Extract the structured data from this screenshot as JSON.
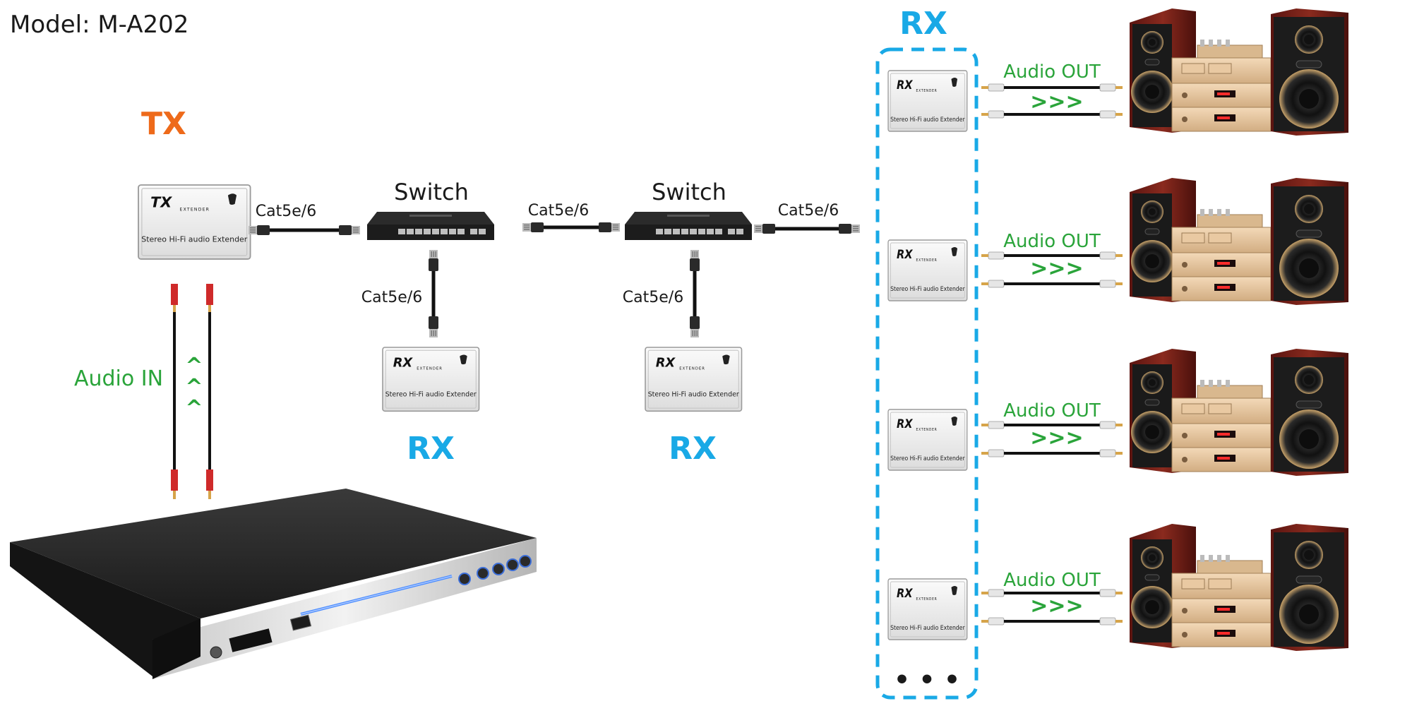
{
  "model": "Model: M-A202",
  "tx": {
    "label": "TX",
    "logo": "TX",
    "logo_sub": "EXTENDER",
    "caption": "Stereo Hi-Fi audio  Extender"
  },
  "rx_unit": {
    "logo": "RX",
    "logo_sub": "EXTENDER",
    "caption": "Stereo Hi-Fi audio  Extender"
  },
  "switch_label": "Switch",
  "cable_label": "Cat5e/6",
  "rx_label": "RX",
  "audio_in": {
    "label": "Audio IN",
    "arrows": [
      "^",
      "^",
      "^"
    ]
  },
  "audio_out": {
    "label": "Audio OUT",
    "arrows": ">>>"
  },
  "ellipsis": "• • •",
  "colors": {
    "tx_label": "#ee6a1a",
    "rx_label": "#19a9e6",
    "audio_text": "#2aa43a",
    "dash_box": "#19a9e6"
  }
}
